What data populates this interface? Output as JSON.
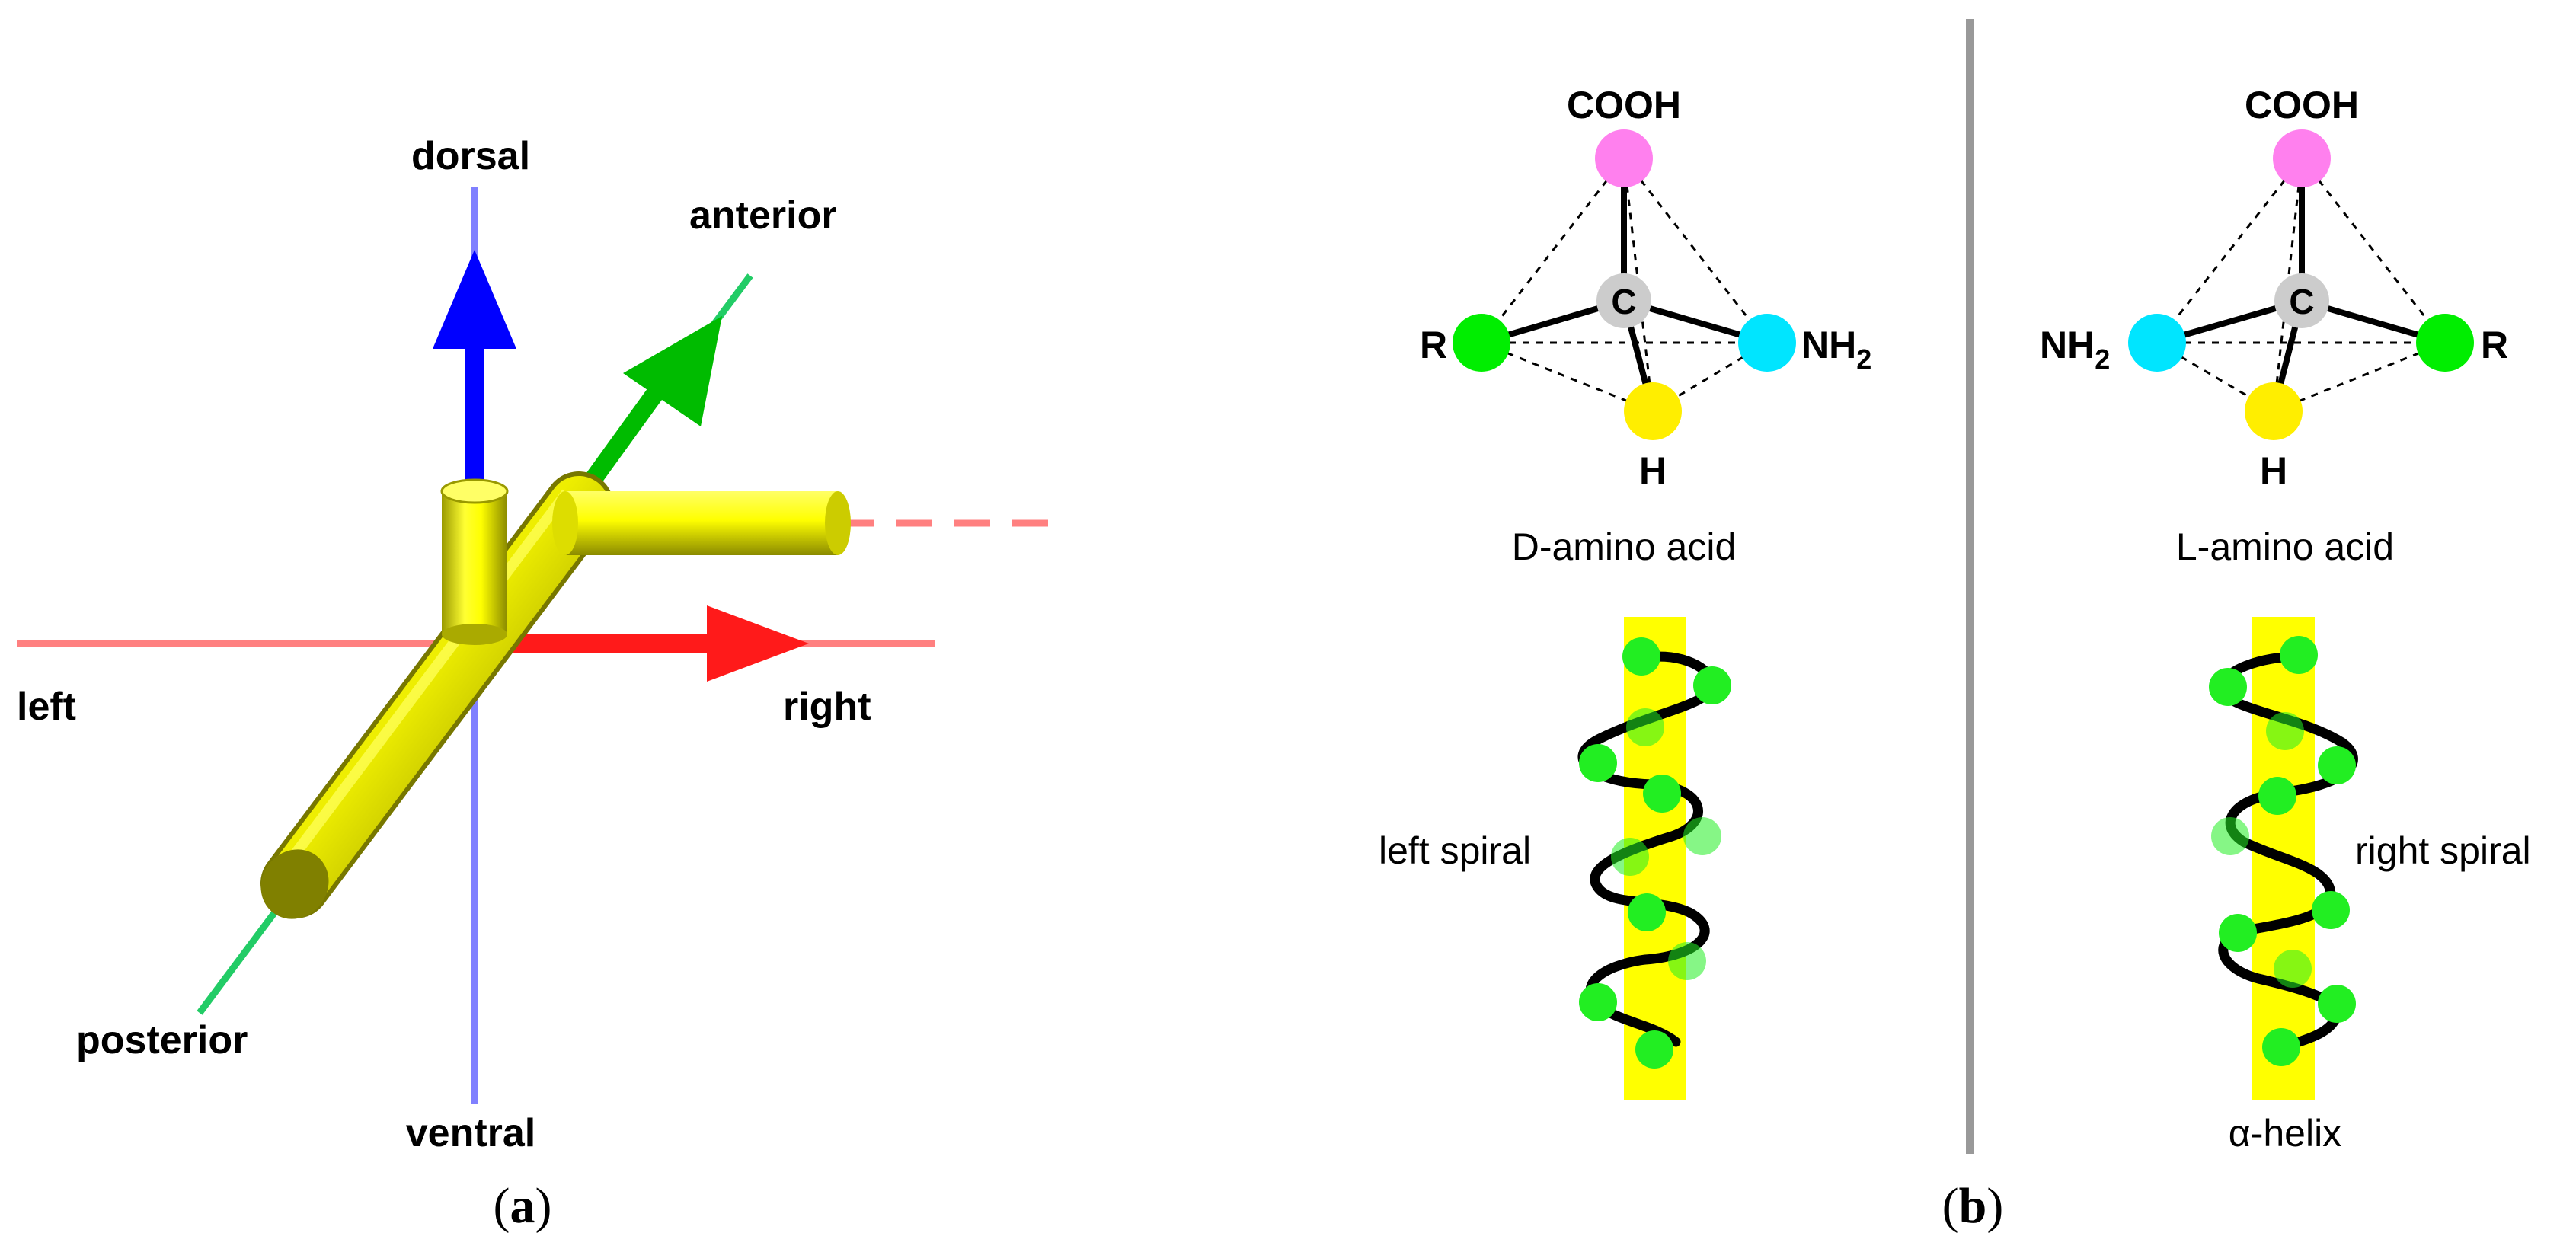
{
  "panel_a": {
    "labels": {
      "dorsal": "dorsal",
      "ventral": "ventral",
      "anterior": "anterior",
      "posterior": "posterior",
      "left": "left",
      "right": "right"
    },
    "caption": {
      "open": "(",
      "letter": "a",
      "close": ")"
    },
    "colors": {
      "dorsal_ventral_line": "#8080ff",
      "left_right_line": "#ff8080",
      "anterior_posterior_line": "#22cc66",
      "dorsal_arrow": "#0000ff",
      "anterior_arrow": "#00bb00",
      "right_arrow": "#ff1a1a",
      "tube": "#ffff00",
      "tube_shade": "#808000"
    }
  },
  "panel_b": {
    "d_molecule": {
      "top": "COOH",
      "center": "C",
      "left": "R",
      "right_base": "NH",
      "right_sub": "2",
      "bottom": "H",
      "caption": "D-amino acid"
    },
    "l_molecule": {
      "top": "COOH",
      "center": "C",
      "left_base": "NH",
      "left_sub": "2",
      "right": "R",
      "bottom": "H",
      "caption": "L-amino acid"
    },
    "left_helix_label": "left spiral",
    "right_helix_label": "right spiral",
    "alpha_helix_label": "α-helix",
    "caption": {
      "open": "(",
      "letter": "b",
      "close": ")"
    },
    "colors": {
      "cooh_atom": "#ff80ee",
      "center_atom": "#cccccc",
      "r_atom": "#00ee00",
      "nh2_atom": "#00e5ff",
      "h_atom": "#ffee00",
      "helix_rod": "#ffff00",
      "helix_bead": "#22ee22",
      "divider": "#999999"
    }
  }
}
